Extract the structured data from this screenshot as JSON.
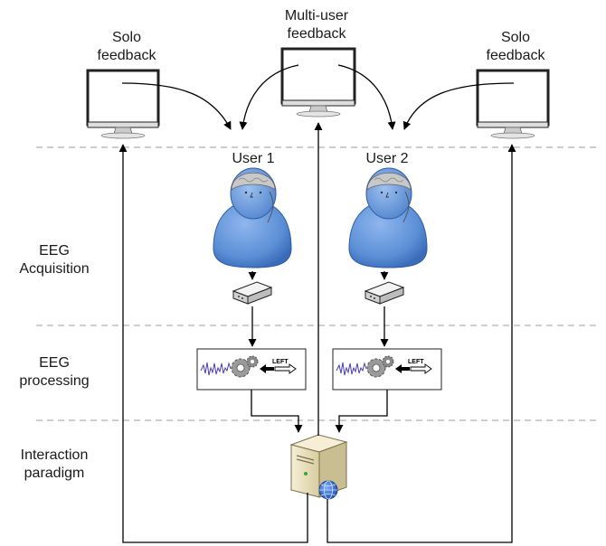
{
  "feedback": {
    "solo_left": [
      "Solo",
      "feedback"
    ],
    "multi": [
      "Multi-user",
      "feedback"
    ],
    "solo_right": [
      "Solo",
      "feedback"
    ]
  },
  "users": {
    "user1": "User 1",
    "user2": "User 2"
  },
  "stages": {
    "acquisition": [
      "EEG",
      "Acquisition"
    ],
    "processing": [
      "EEG",
      "processing"
    ],
    "interaction": [
      "Interaction",
      "paradigm"
    ]
  },
  "processing_box": {
    "command_label": "LEFT"
  },
  "colors": {
    "person_body": "#5b8fd6",
    "person_dark": "#2f5ea8",
    "brain": "#c8c8c8",
    "dashed_line": "#b0b0b0",
    "server": "#ede4c4",
    "globe": "#2d63c7"
  }
}
